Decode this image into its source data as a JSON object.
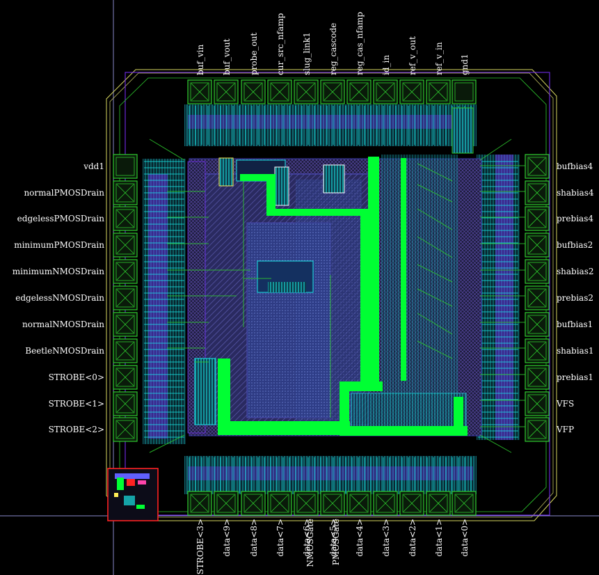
{
  "pads": {
    "top": [
      "buf_vin",
      "buf_vout",
      "probe_out",
      "cur_src_nfamp",
      "slug_link1",
      "reg_cascode",
      "reg_cas_nfamp",
      "id_in",
      "ref_v_out",
      "ref_v_in",
      "gnd1"
    ],
    "left": [
      "vdd1",
      "normalPMOSDrain",
      "edgelessPMOSDrain",
      "minimumPMOSDrain",
      "minimumNMOSDrain",
      "edgelessNMOSDrain",
      "normalNMOSDrain",
      "BeetleNMOSDrain",
      "STROBE<0>",
      "STROBE<1>",
      "STROBE<2>"
    ],
    "right": [
      "bufbias4",
      "shabias4",
      "prebias4",
      "bufbias2",
      "shabias2",
      "prebias2",
      "bufbias1",
      "shabias1",
      "prebias1",
      "VFS",
      "VFP"
    ],
    "bottom": [
      "STROBE<3>",
      "data<9>",
      "data<8>",
      "data<7>",
      "data<6>",
      "data<5>",
      "data<4>",
      "data<3>",
      "data<2>",
      "data<1>",
      "data<0>"
    ],
    "bottom_extra": [
      "NMOSGate",
      "PMOSGate"
    ]
  },
  "colors": {
    "background": "#000000",
    "pad_green": "#2ecc2e",
    "metal_green": "#00ff33",
    "cyan": "#19e6e6",
    "purple": "#7b2fff",
    "crosshair": "#8a8acc",
    "red": "#ff2222"
  }
}
